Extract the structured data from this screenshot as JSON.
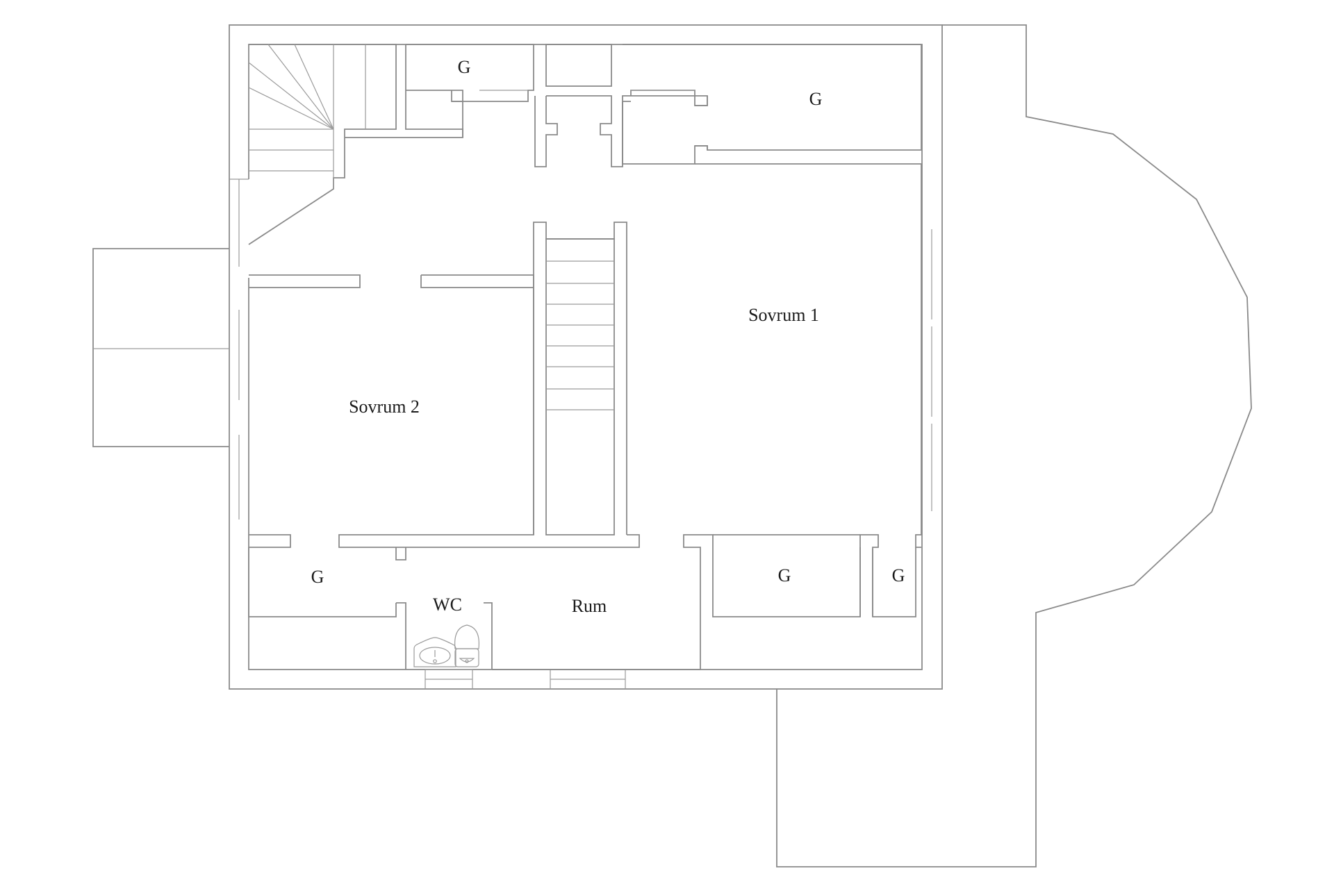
{
  "plan": {
    "rooms": {
      "sovrum1": "Sovrum 1",
      "sovrum2": "Sovrum 2",
      "wc": "WC",
      "rum": "Rum",
      "g": "G"
    }
  }
}
